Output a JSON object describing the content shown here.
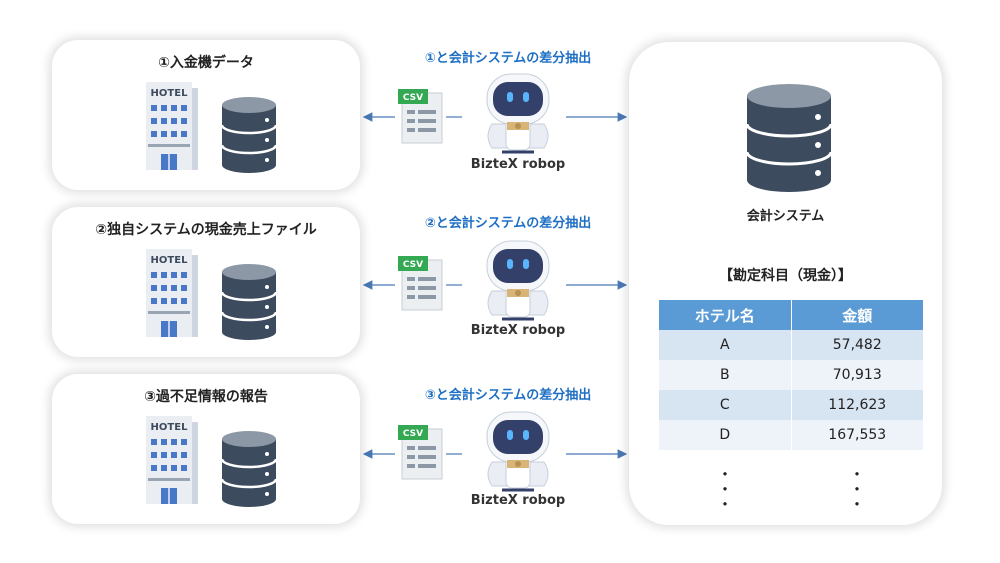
{
  "sources": [
    {
      "title": "①入金機データ",
      "process_label": "①と会計システムの差分抽出",
      "robot_label": "BizteX robop",
      "file_label": "CSV",
      "hotel_sign": "HOTEL"
    },
    {
      "title": "②独自システムの現金売上ファイル",
      "process_label": "②と会計システムの差分抽出",
      "robot_label": "BizteX robop",
      "file_label": "CSV",
      "hotel_sign": "HOTEL"
    },
    {
      "title": "③過不足情報の報告",
      "process_label": "③と会計システムの差分抽出",
      "robot_label": "BizteX robop",
      "file_label": "CSV",
      "hotel_sign": "HOTEL"
    }
  ],
  "accounting": {
    "label": "会計システム",
    "table_title": "【勘定科目（現金）】",
    "columns": [
      "ホテル名",
      "金額"
    ],
    "rows": [
      [
        "A",
        "57,482"
      ],
      [
        "B",
        "70,913"
      ],
      [
        "C",
        "112,623"
      ],
      [
        "D",
        "167,553"
      ]
    ],
    "continuation": "・"
  },
  "colors": {
    "accent_blue": "#1e6fc4",
    "table_header": "#5b9bd5",
    "db_dark": "#3d4b5e",
    "db_light": "#8d98a6",
    "csv_green": "#34a853",
    "arrow_blue": "#4a78b5"
  }
}
